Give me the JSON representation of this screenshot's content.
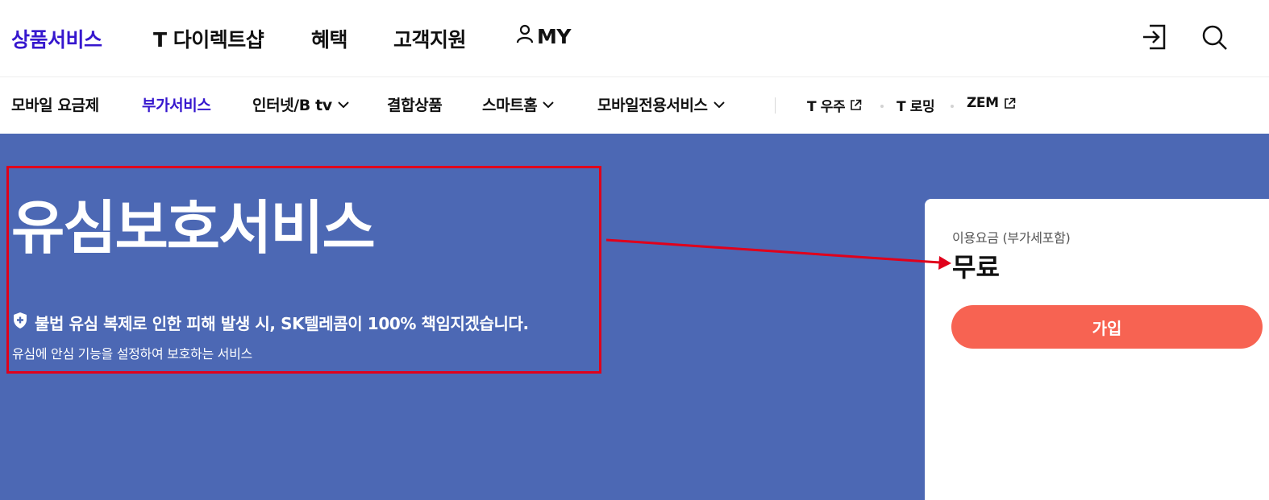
{
  "top_nav": {
    "items": [
      {
        "label": "상품서비스",
        "active": true
      },
      {
        "label": "T 다이렉트샵",
        "active": false
      },
      {
        "label": "혜택",
        "active": false
      },
      {
        "label": "고객지원",
        "active": false
      },
      {
        "label": "MY",
        "active": false
      }
    ],
    "icons": [
      "user-icon",
      "login-icon",
      "search-icon"
    ]
  },
  "sub_nav": {
    "items": [
      {
        "label": "모바일 요금제",
        "active": false,
        "has_dropdown": false
      },
      {
        "label": "부가서비스",
        "active": true,
        "has_dropdown": false
      },
      {
        "label": "인터넷/B tv",
        "active": false,
        "has_dropdown": true
      },
      {
        "label": "결합상품",
        "active": false,
        "has_dropdown": false
      },
      {
        "label": "스마트홈",
        "active": false,
        "has_dropdown": true
      },
      {
        "label": "모바일전용서비스",
        "active": false,
        "has_dropdown": true
      }
    ],
    "external_links": [
      {
        "label": "T 우주",
        "external": true
      },
      {
        "label": "T 로밍",
        "external": false
      },
      {
        "label": "ZEM",
        "external": true
      }
    ]
  },
  "hero": {
    "title": "유심보호서비스",
    "guarantee": "불법 유심 복제로 인한 피해 발생 시, SK텔레콤이 100% 책임지겠습니다.",
    "description": "유심에 안심 기능을 설정하여 보호하는 서비스",
    "background_color": "#4c68b4"
  },
  "price_card": {
    "label": "이용요금 (부가세포함)",
    "value": "무료",
    "join_label": "가입"
  },
  "colors": {
    "accent": "#3617ce",
    "hero_bg": "#4c68b4",
    "join_button": "#f76352",
    "annotation": "#e0001b"
  }
}
